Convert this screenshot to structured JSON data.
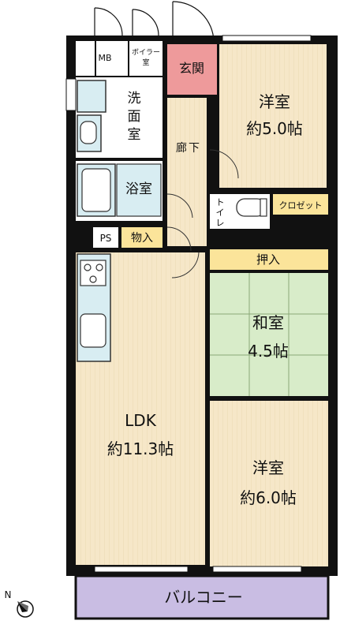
{
  "rooms": {
    "mb": "MB",
    "boiler_1": "ボイラー",
    "boiler_2": "室",
    "genkan": "玄関",
    "western_5_name": "洋室",
    "western_5_size": "約5.0帖",
    "washroom_1": "洗",
    "washroom_2": "面",
    "washroom_3": "室",
    "hallway_1": "廊",
    "hallway_2": "下",
    "bath": "浴室",
    "toilet_1": "ト",
    "toilet_2": "イ",
    "toilet_3": "レ",
    "closet": "クロゼット",
    "ps": "PS",
    "storage": "物入",
    "oshiire": "押入",
    "japanese_name": "和室",
    "japanese_size": "4.5帖",
    "ldk_name": "LDK",
    "ldk_size": "約11.3帖",
    "western_6_name": "洋室",
    "western_6_size": "約6.0帖",
    "balcony": "バルコニー"
  },
  "compass": {
    "north": "N"
  },
  "colors": {
    "wall": "#111111",
    "wood_floor": "#f6e7c8",
    "tatami": "#d8ecc9",
    "genkan": "#ee9a9b",
    "wet_area": "#d8edf2",
    "storage": "#fbe49a",
    "balcony": "#c9bde3"
  }
}
